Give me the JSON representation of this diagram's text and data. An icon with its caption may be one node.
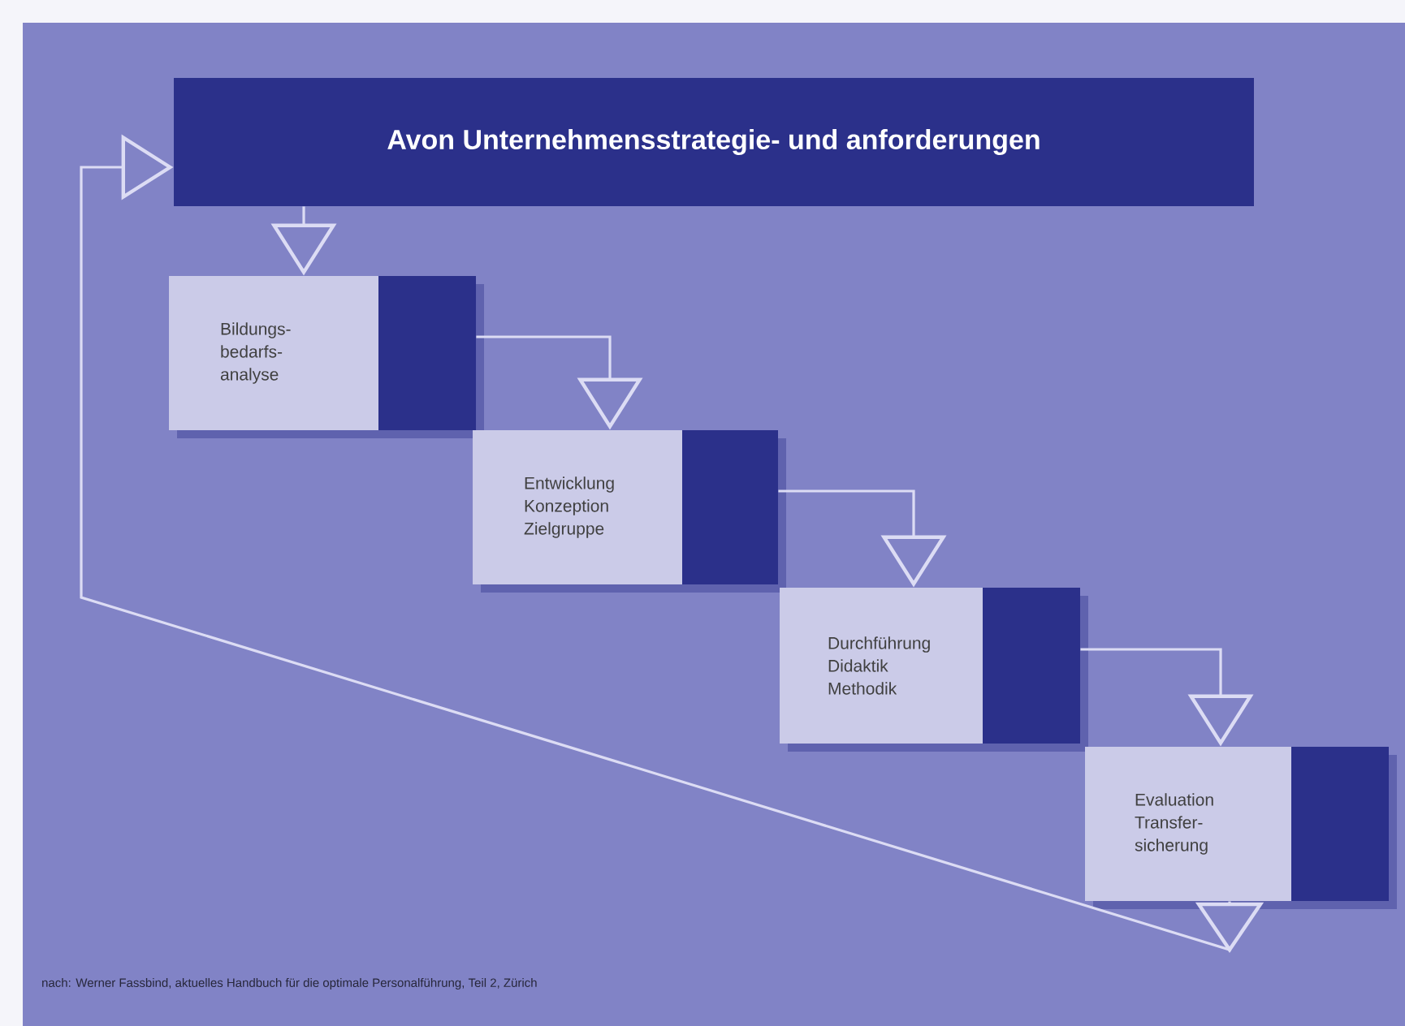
{
  "diagram": {
    "caption": "nach: Werner Fassbind, aktuelles Handbuch für die optimale Personalführung, Teil 2, Zürich",
    "nodes": [
      {
        "text": [
          "Avon Unternehmensstrategie- und anforderungen"
        ]
      },
      {
        "text": [
          "Bildungs- bedarfs- analyse"
        ]
      },
      {
        "text": [],
        "shape": "box"
      },
      {
        "text": [
          "Entwicklung Konzeption Zielgruppe"
        ]
      },
      {
        "text": [],
        "shape": "box"
      },
      {
        "text": [
          "Durchführung Didaktik Methodik"
        ]
      },
      {
        "text": [],
        "shape": "box"
      },
      {
        "text": [
          "Evaluation Transfer- sicherung"
        ]
      },
      {
        "text": [],
        "shape": "box"
      }
    ],
    "edges": [
      {
        "from": 0,
        "to": 1,
        "arrow": "to"
      },
      {
        "from": 2,
        "to": 3,
        "arrow": "to"
      },
      {
        "from": 4,
        "to": 5,
        "arrow": "to"
      },
      {
        "from": 6,
        "to": 7,
        "arrow": "to"
      },
      {
        "from": 7,
        "to": 0,
        "arrow": "to"
      }
    ]
  }
}
